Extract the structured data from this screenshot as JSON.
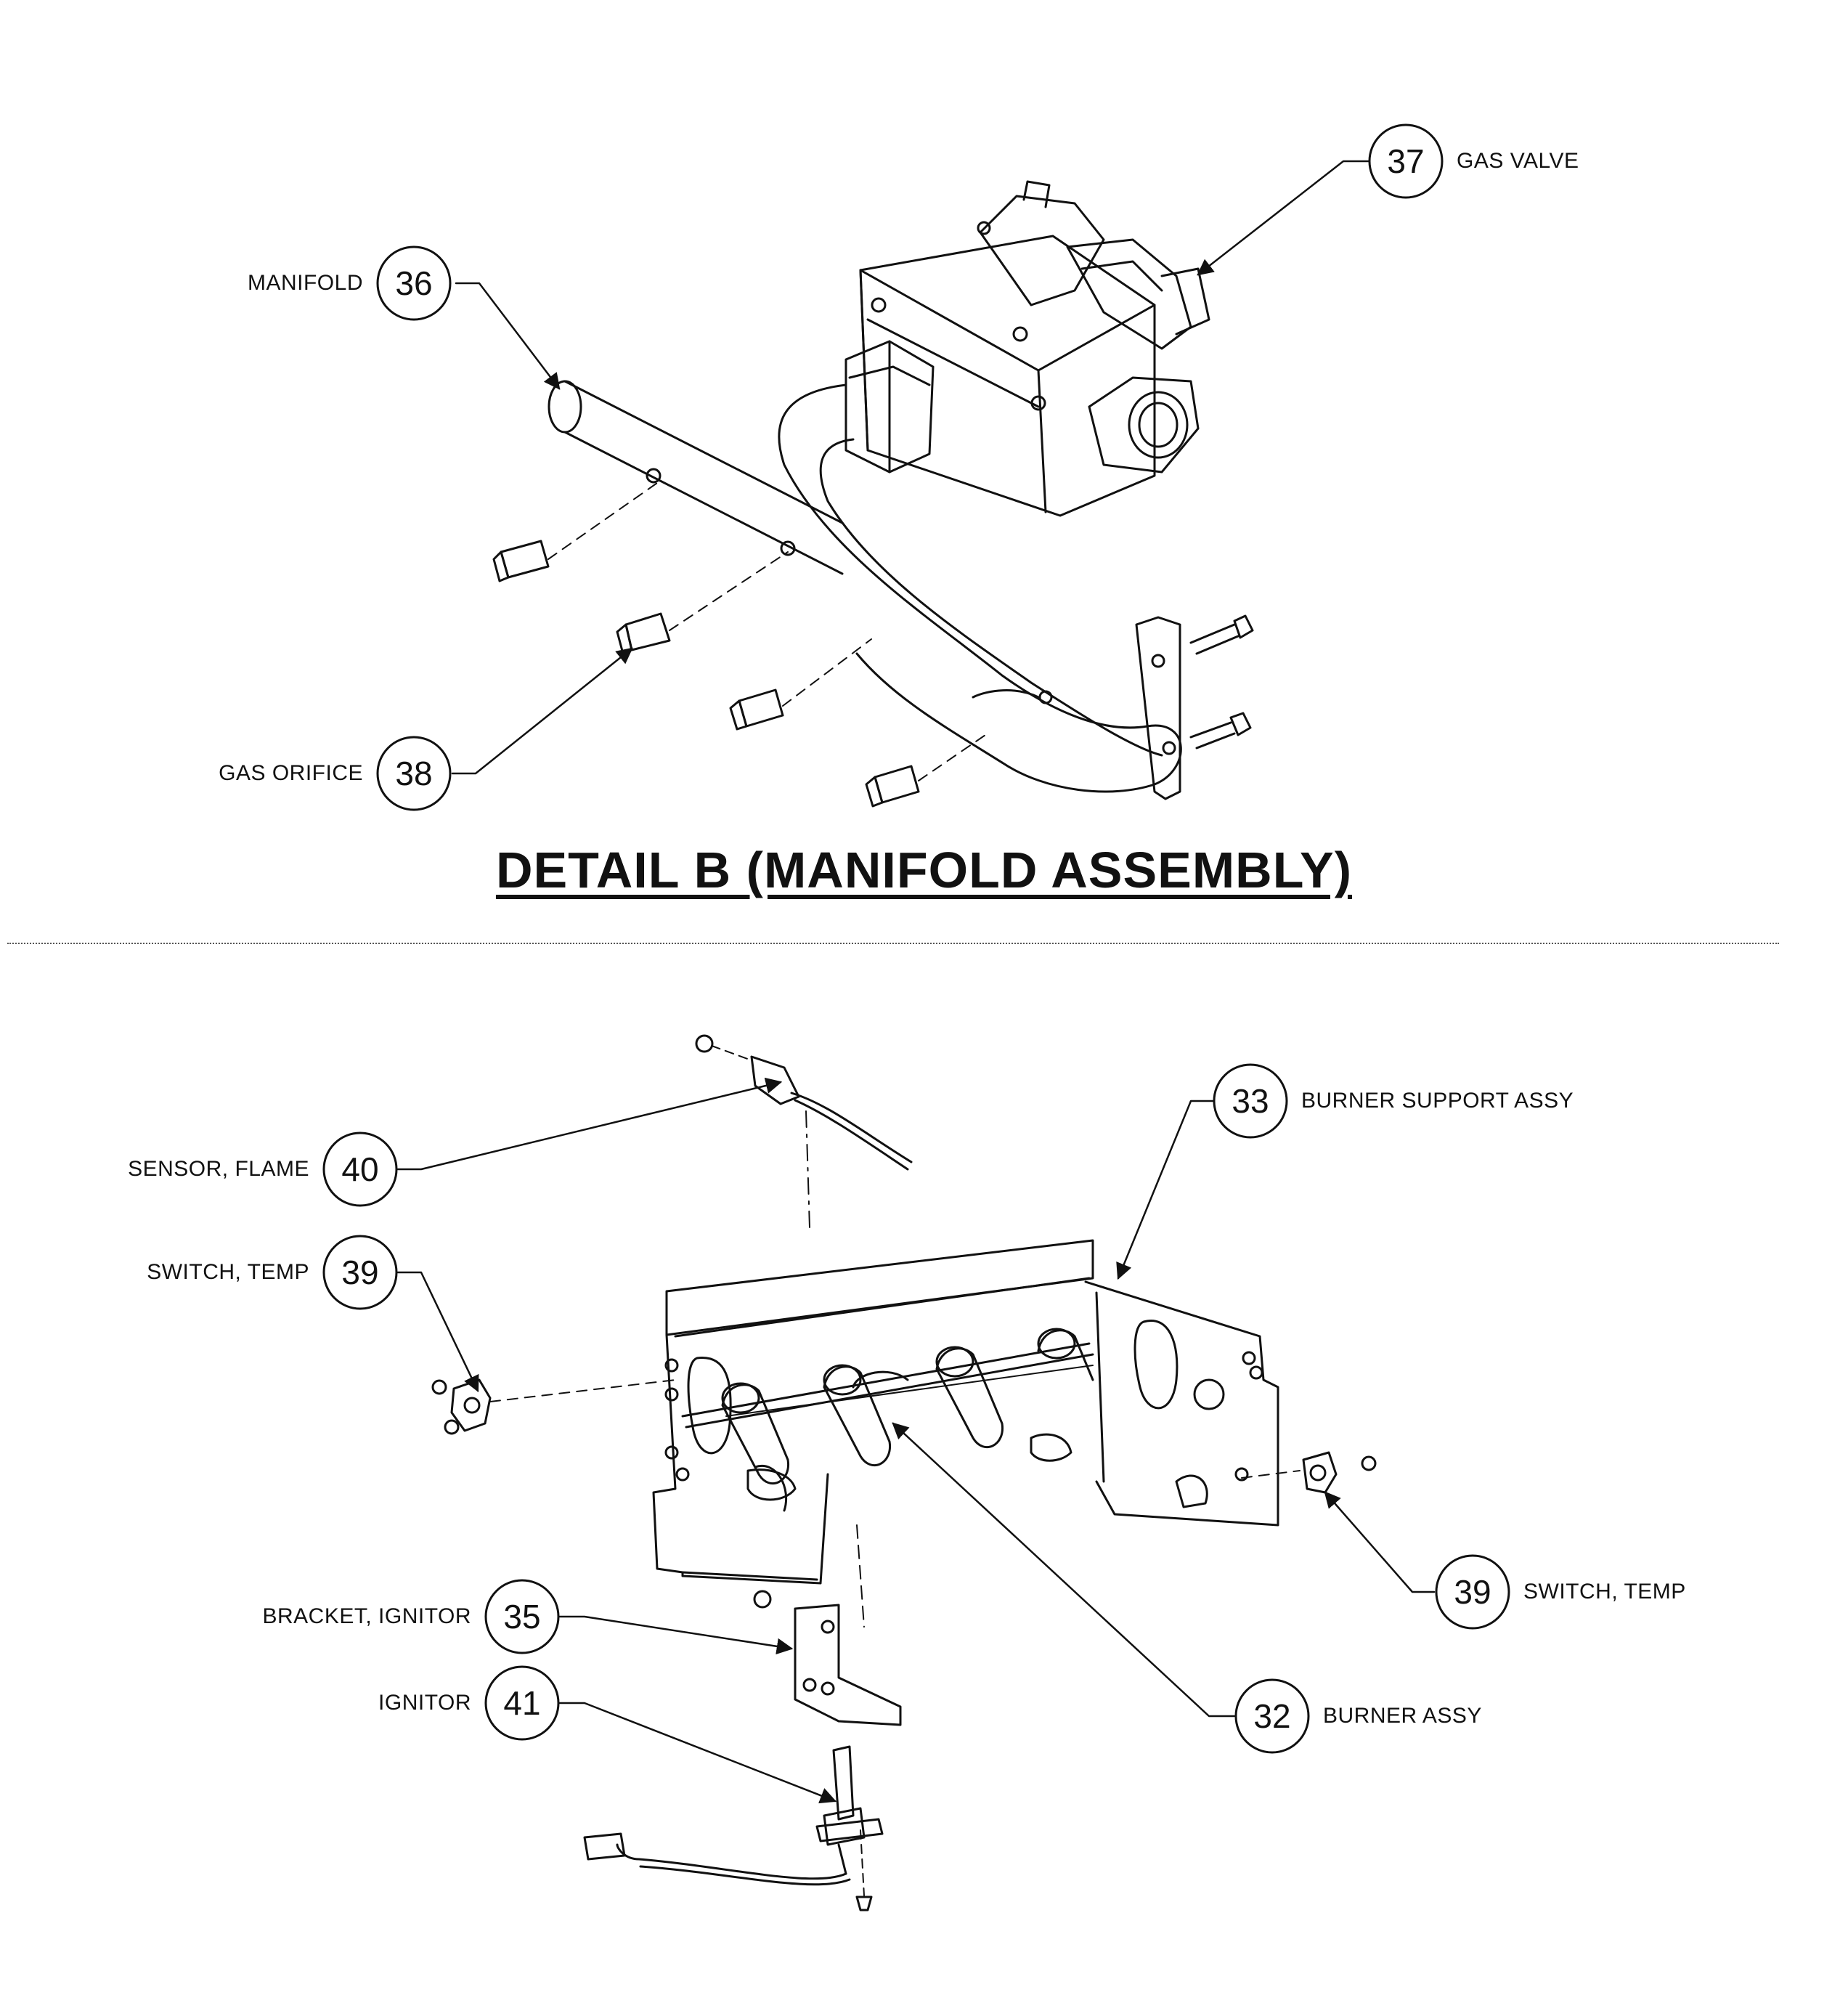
{
  "detail_b": {
    "title": "DETAIL B (MANIFOLD ASSEMBLY)",
    "callouts": {
      "c36": {
        "number": "36",
        "label": "MANIFOLD"
      },
      "c37": {
        "number": "37",
        "label": "GAS VALVE"
      },
      "c38": {
        "number": "38",
        "label": "GAS ORIFICE"
      }
    }
  },
  "burner_detail": {
    "callouts": {
      "c40": {
        "number": "40",
        "label": "SENSOR, FLAME"
      },
      "c33": {
        "number": "33",
        "label": "BURNER SUPPORT ASSY"
      },
      "c39a": {
        "number": "39",
        "label": "SWITCH, TEMP"
      },
      "c39b": {
        "number": "39",
        "label": "SWITCH, TEMP"
      },
      "c35": {
        "number": "35",
        "label": "BRACKET, IGNITOR"
      },
      "c41": {
        "number": "41",
        "label": "IGNITOR"
      },
      "c32": {
        "number": "32",
        "label": "BURNER ASSY"
      }
    }
  }
}
